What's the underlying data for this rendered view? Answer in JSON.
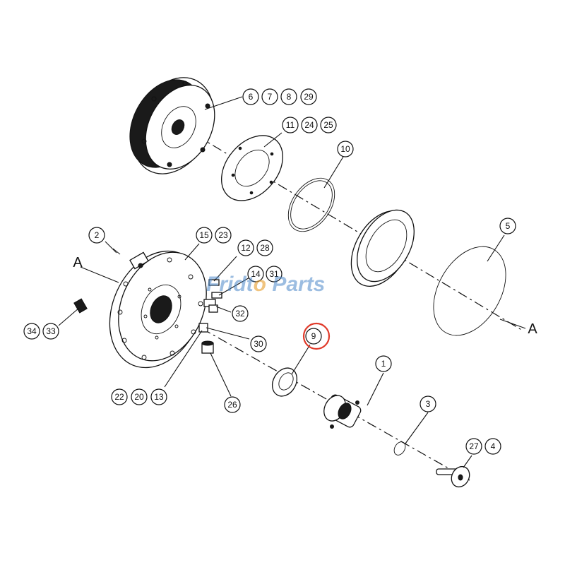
{
  "diagram": {
    "callouts": [
      {
        "id": "c6",
        "label": "6"
      },
      {
        "id": "c7",
        "label": "7"
      },
      {
        "id": "c8",
        "label": "8"
      },
      {
        "id": "c29",
        "label": "29"
      },
      {
        "id": "c11",
        "label": "11"
      },
      {
        "id": "c24",
        "label": "24"
      },
      {
        "id": "c25",
        "label": "25"
      },
      {
        "id": "c10",
        "label": "10"
      },
      {
        "id": "c5",
        "label": "5"
      },
      {
        "id": "c2",
        "label": "2"
      },
      {
        "id": "c15",
        "label": "15"
      },
      {
        "id": "c23",
        "label": "23"
      },
      {
        "id": "c12",
        "label": "12"
      },
      {
        "id": "c28",
        "label": "28"
      },
      {
        "id": "c14",
        "label": "14"
      },
      {
        "id": "c31",
        "label": "31"
      },
      {
        "id": "c32",
        "label": "32"
      },
      {
        "id": "c30",
        "label": "30"
      },
      {
        "id": "c34",
        "label": "34"
      },
      {
        "id": "c33",
        "label": "33"
      },
      {
        "id": "c9",
        "label": "9"
      },
      {
        "id": "c1",
        "label": "1"
      },
      {
        "id": "c22",
        "label": "22"
      },
      {
        "id": "c20",
        "label": "20"
      },
      {
        "id": "c13",
        "label": "13"
      },
      {
        "id": "c26",
        "label": "26"
      },
      {
        "id": "c3",
        "label": "3"
      },
      {
        "id": "c27",
        "label": "27"
      },
      {
        "id": "c4",
        "label": "4"
      }
    ],
    "section_markers": [
      "A",
      "A"
    ],
    "highlighted_callout": "9",
    "highlight_color": "#e03a2a"
  },
  "watermark": {
    "part1": "Fridt",
    "part2": "o",
    "part3": " Parts",
    "color": "#4a86c8",
    "accent_color": "#e8a43c"
  }
}
